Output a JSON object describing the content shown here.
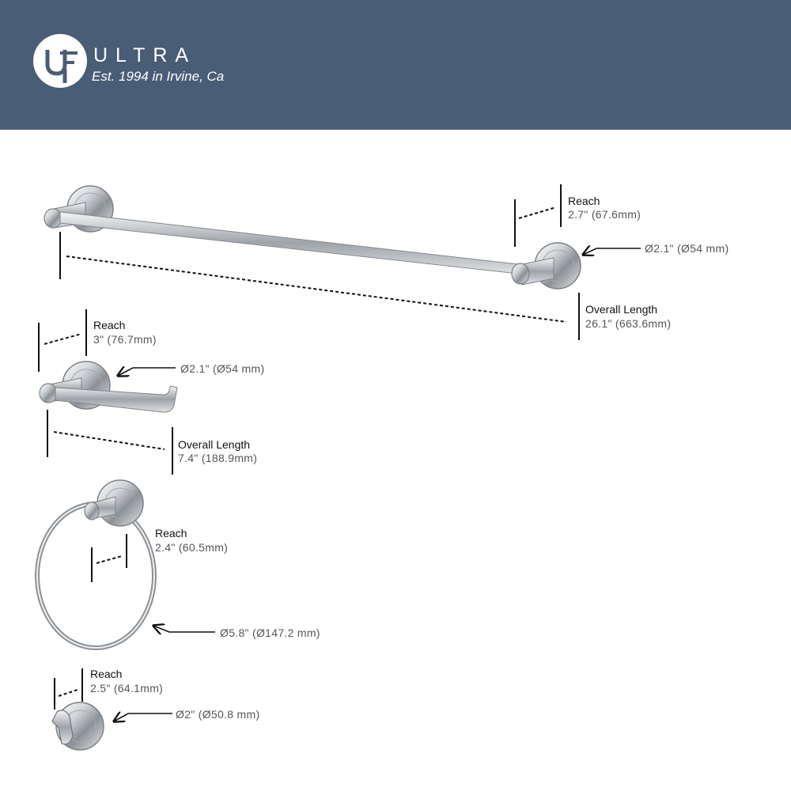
{
  "brand": {
    "name": "ULTRA",
    "tagline": "Est. 1994 in Irvine, Ca",
    "logo_lettering": "UF",
    "header_color": "#4a5d76"
  },
  "towel_bar": {
    "reach": {
      "title": "Reach",
      "value": "2.7\" (67.6mm)"
    },
    "diameter": "Ø2.1\" (Ø54 mm)",
    "length": {
      "title": "Overall Length",
      "value": "26.1\" (663.6mm)"
    }
  },
  "paper_holder": {
    "reach": {
      "title": "Reach",
      "value": "3\" (76.7mm)"
    },
    "diameter": "Ø2.1\" (Ø54 mm)",
    "length": {
      "title": "Overall Length",
      "value": "7.4\" (188.9mm)"
    }
  },
  "towel_ring": {
    "reach": {
      "title": "Reach",
      "value": "2.4\" (60.5mm)"
    },
    "diameter": "Ø5.8\" (Ø147.2 mm)"
  },
  "robe_hook": {
    "reach": {
      "title": "Reach",
      "value": "2.5\" (64.1mm)"
    },
    "diameter": "Ø2\" (Ø50.8 mm)"
  }
}
